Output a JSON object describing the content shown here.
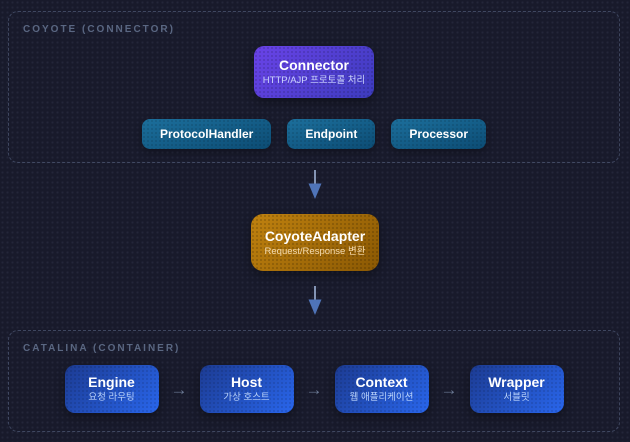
{
  "coyote": {
    "label": "COYOTE (CONNECTOR)",
    "connector": {
      "title": "Connector",
      "subtitle": "HTTP/AJP 프로토콜 처리"
    },
    "chips": [
      {
        "label": "ProtocolHandler"
      },
      {
        "label": "Endpoint"
      },
      {
        "label": "Processor"
      }
    ]
  },
  "adapter": {
    "title": "CoyoteAdapter",
    "subtitle": "Request/Response 변환"
  },
  "catalina": {
    "label": "CATALINA (CONTAINER)",
    "arrow_glyph": "→",
    "nodes": [
      {
        "title": "Engine",
        "subtitle": "요청 라우팅"
      },
      {
        "title": "Host",
        "subtitle": "가상 호스트"
      },
      {
        "title": "Context",
        "subtitle": "웹 애플리케이션"
      },
      {
        "title": "Wrapper",
        "subtitle": "서블릿"
      }
    ]
  },
  "colors": {
    "background": "#181a2b",
    "group_border": "#6e7da0",
    "group_label": "#5a6782",
    "connector_gradient_start": "#6a43e8",
    "connector_gradient_end": "#3c3bbd",
    "chip_gradient_start": "#1c6f9c",
    "chip_gradient_end": "#0c4c74",
    "adapter_gradient_start": "#c0820f",
    "adapter_gradient_end": "#8a5803",
    "node_gradient_start": "#1c3b92",
    "node_gradient_end": "#2966ec",
    "arrow": "#6b7994"
  }
}
